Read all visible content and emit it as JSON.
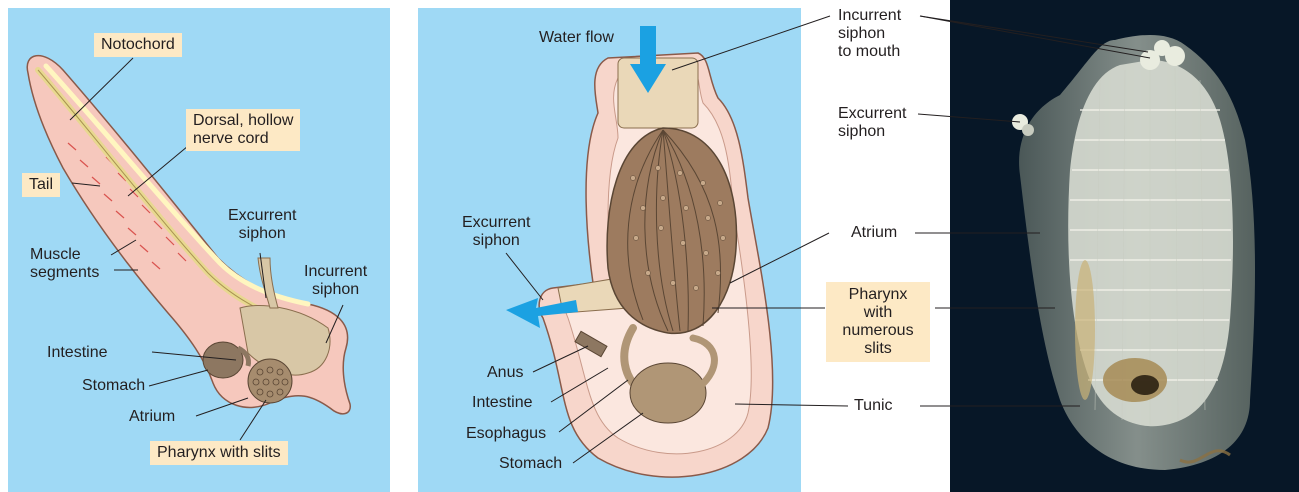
{
  "panel_a": {
    "labels": {
      "notochord": "Notochord",
      "nerve_cord_1": "Dorsal, hollow",
      "nerve_cord_2": "nerve cord",
      "tail": "Tail",
      "excurrent_1": "Excurrent",
      "excurrent_2": "siphon",
      "muscle_1": "Muscle",
      "muscle_2": "segments",
      "incurrent_1": "Incurrent",
      "incurrent_2": "siphon",
      "intestine": "Intestine",
      "stomach": "Stomach",
      "atrium": "Atrium",
      "pharynx": "Pharynx with slits"
    }
  },
  "panel_b": {
    "labels": {
      "water_flow": "Water flow",
      "excurrent_1": "Excurrent",
      "excurrent_2": "siphon",
      "anus": "Anus",
      "intestine": "Intestine",
      "esophagus": "Esophagus",
      "stomach": "Stomach"
    }
  },
  "shared_labels": {
    "incurrent_1": "Incurrent",
    "incurrent_2": "siphon",
    "incurrent_3": "to mouth",
    "excurrent_1": "Excurrent",
    "excurrent_2": "siphon",
    "atrium": "Atrium",
    "pharynx_1": "Pharynx",
    "pharynx_2": "with",
    "pharynx_3": "numerous",
    "pharynx_4": "slits",
    "tunic": "Tunic"
  },
  "colors": {
    "background_blue": "#9fd9f5",
    "label_box": "#fde9c5",
    "arrow_blue": "#1ba1e2",
    "photo_background": "#071727"
  }
}
